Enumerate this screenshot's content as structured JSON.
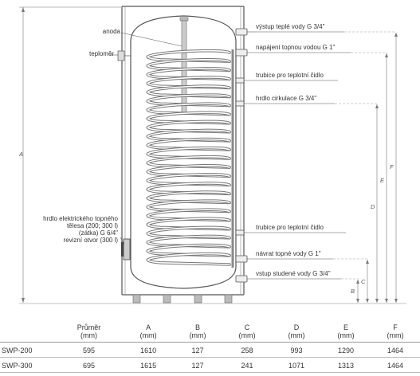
{
  "labels": {
    "anoda": "anoda",
    "teplomer": "teploměr",
    "vystup_teple_vody": "výstup teplé vody G 3/4\"",
    "napajeni_topnou_vodou": "napájení topnou vodou G 1\"",
    "trubice_teplotni_cidlo_top": "trubice pro teplotní čidlo",
    "hrdlo_cirkulace": "hrdlo cirkulace G 3/4\"",
    "trubice_teplotni_cidlo_bottom": "trubice pro teplotní čidlo",
    "navrat_topne_vody": "návrat topné vody G 1\"",
    "vstup_studene_vody": "vstup studené vody G 3/4\"",
    "hrdlo_line1": "hrdlo elektrického topného",
    "hrdlo_line2": "tělesa (200; 300 l)",
    "hrdlo_line3": "(zátka) G 6/4\"",
    "hrdlo_line4": "revizní otvor (300 l)"
  },
  "dimensions": {
    "A": "A",
    "B": "B",
    "C": "C",
    "D": "D",
    "E": "E",
    "F": "F"
  },
  "table": {
    "headers": [
      {
        "name": "",
        "unit": ""
      },
      {
        "name": "Průměr",
        "unit": "(mm)"
      },
      {
        "name": "A",
        "unit": "(mm)"
      },
      {
        "name": "B",
        "unit": "(mm)"
      },
      {
        "name": "C",
        "unit": "(mm)"
      },
      {
        "name": "D",
        "unit": "(mm)"
      },
      {
        "name": "E",
        "unit": "(mm)"
      },
      {
        "name": "F",
        "unit": "(mm)"
      }
    ],
    "rows": [
      [
        "SWP-200",
        "595",
        "1610",
        "127",
        "258",
        "993",
        "1290",
        "1464"
      ],
      [
        "SWP-300",
        "695",
        "1615",
        "127",
        "241",
        "1071",
        "1313",
        "1464"
      ]
    ]
  }
}
